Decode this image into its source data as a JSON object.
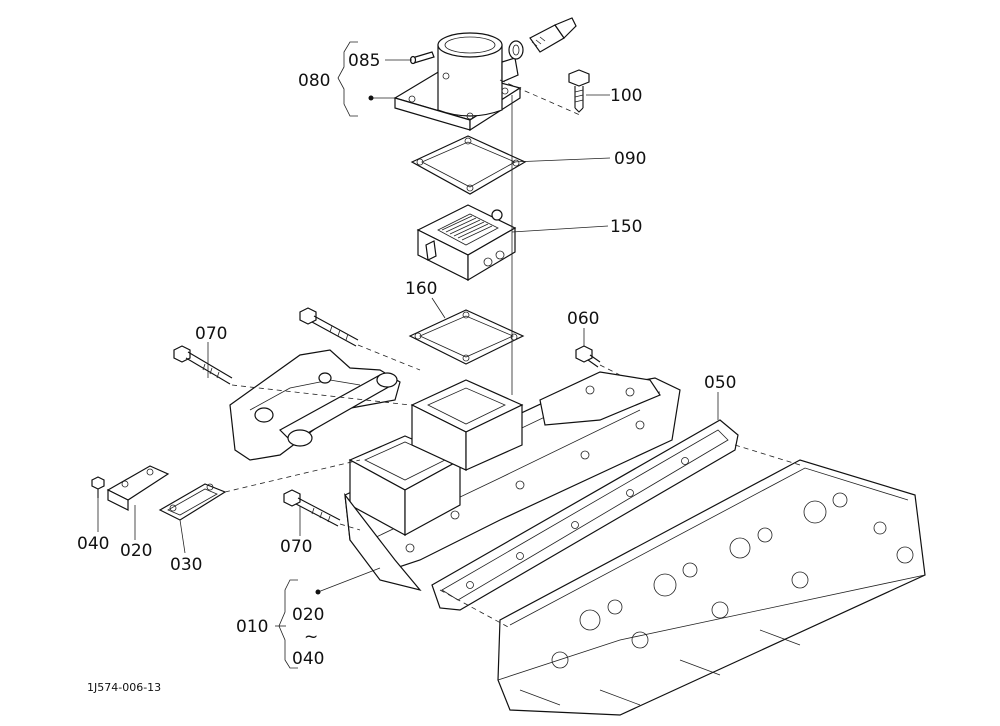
{
  "callouts": {
    "c085": "085",
    "c080": "080",
    "c100": "100",
    "c090": "090",
    "c150": "150",
    "c160": "160",
    "c060": "060",
    "c070a": "070",
    "c050": "050",
    "c040": "040",
    "c020": "020",
    "c030": "030",
    "c070b": "070",
    "c010": "010",
    "c010_from": "020",
    "c010_tilde": "~",
    "c010_to": "040"
  },
  "drawing_code": "1J574-006-13",
  "colors": {
    "ink": "#111111",
    "paper": "#ffffff"
  }
}
